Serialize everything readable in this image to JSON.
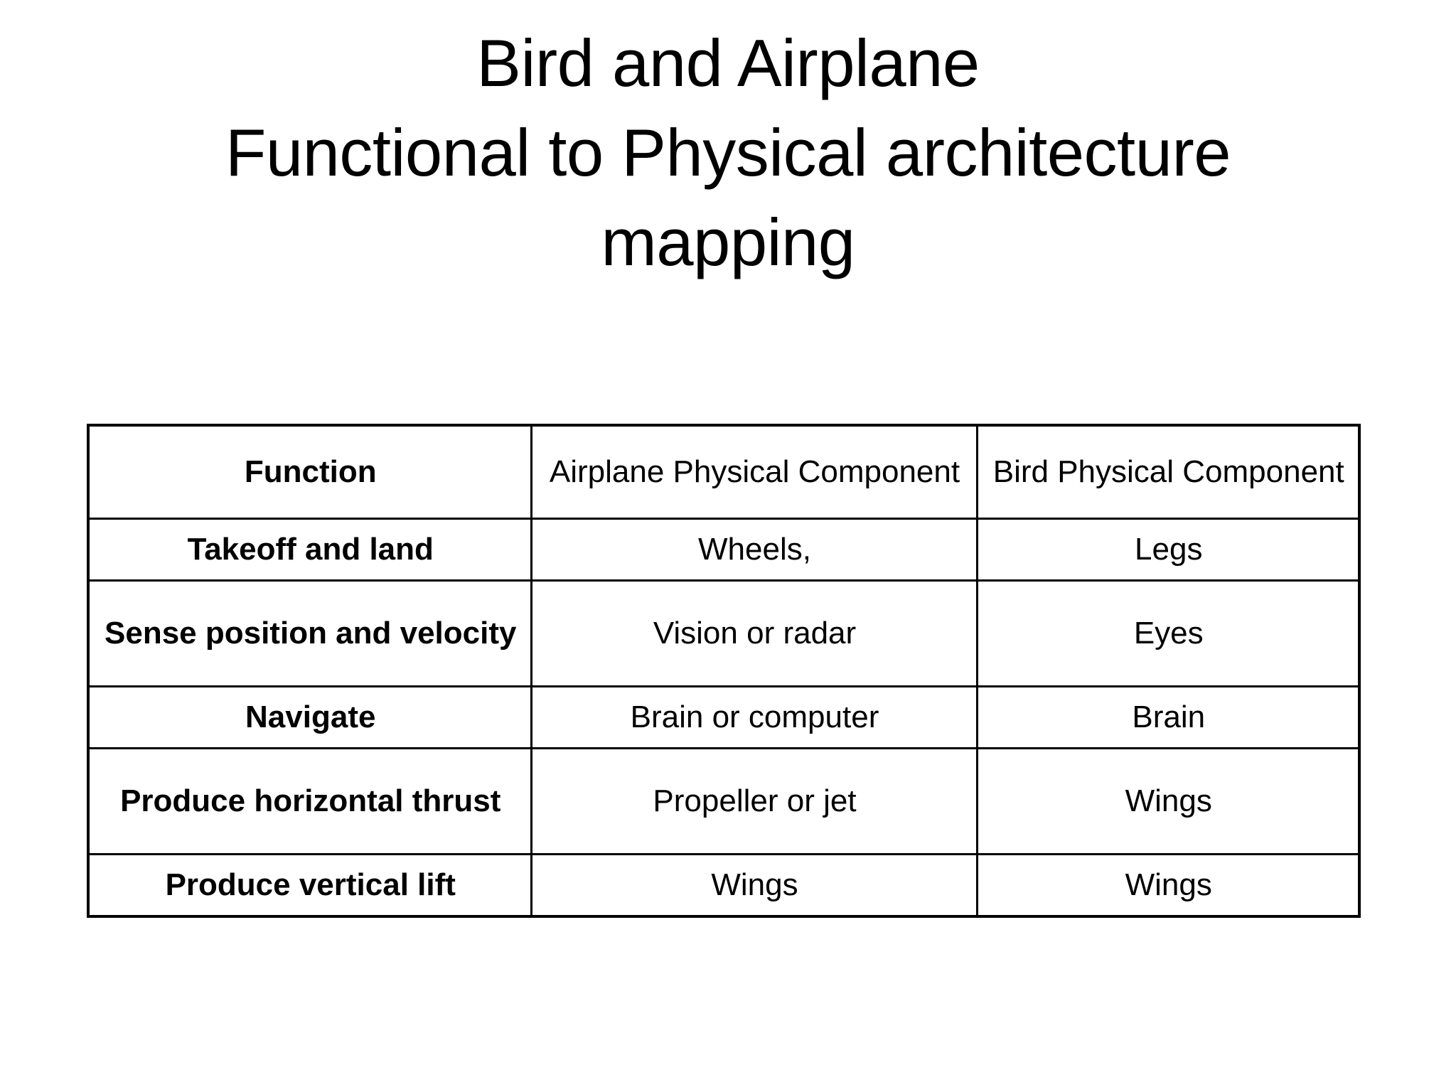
{
  "slide": {
    "background_color": "#FFFFFF",
    "text_color": "#000000",
    "title_lines": [
      "Bird and Airplane",
      "Functional to Physical architecture",
      "mapping"
    ],
    "title_full": "Bird and Airplane Functional to Physical architecture mapping"
  },
  "table": {
    "columns": [
      "Function",
      "Airplane Physical Component",
      "Bird Physical Component"
    ],
    "header": {
      "function": "Function",
      "airplane": "Airplane Physical Component",
      "bird": "Bird Physical Component"
    },
    "rows": [
      {
        "function": "Takeoff and land",
        "airplane": "Wheels,",
        "bird": "Legs"
      },
      {
        "function": "Sense position and velocity",
        "airplane": "Vision or radar",
        "bird": "Eyes"
      },
      {
        "function": "Navigate",
        "airplane": "Brain or computer",
        "bird": "Brain"
      },
      {
        "function": "Produce horizontal thrust",
        "airplane": "Propeller or jet",
        "bird": "Wings"
      },
      {
        "function": "Produce vertical lift",
        "airplane": "Wings",
        "bird": "Wings"
      }
    ]
  }
}
